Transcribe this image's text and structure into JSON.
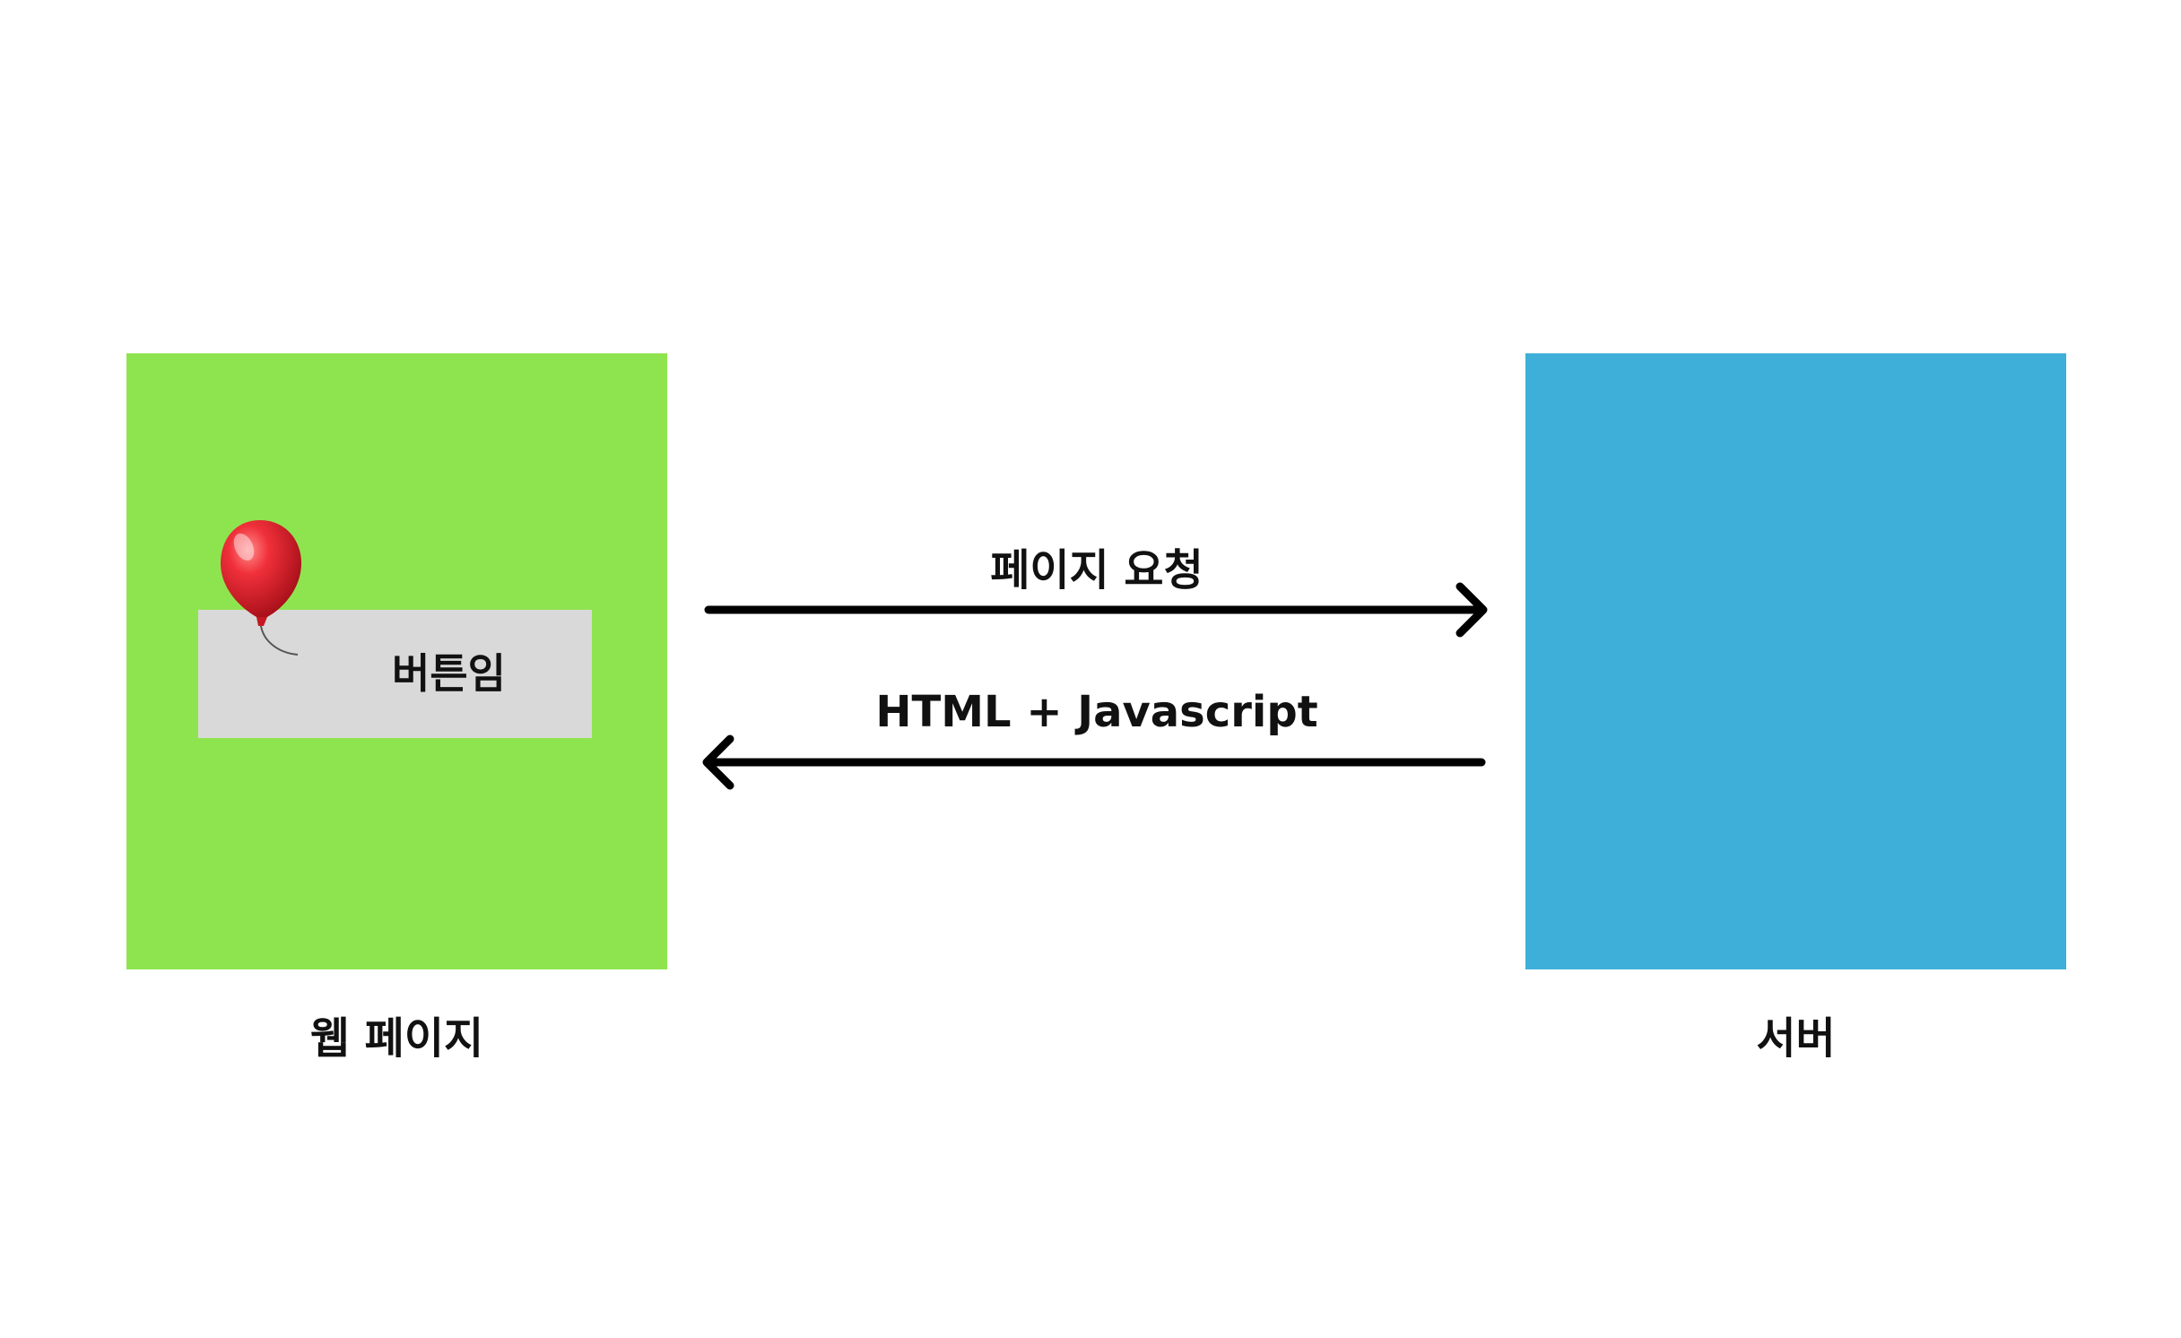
{
  "colors": {
    "webpage_box": "#8ee44f",
    "server_box": "#3eafd9",
    "button_bg": "#d9d9d9",
    "arrow": "#000000",
    "balloon": "#e8202a"
  },
  "webpage": {
    "caption": "웹 페이지",
    "button_label": "버튼임"
  },
  "server": {
    "caption": "서버"
  },
  "arrows": {
    "request_label": "페이지 요청",
    "response_label": "HTML + Javascript"
  },
  "icons": {
    "balloon": "balloon-icon"
  }
}
